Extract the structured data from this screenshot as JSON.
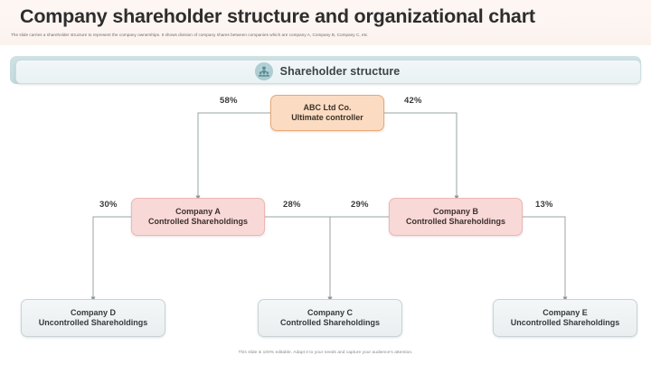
{
  "header": {
    "title": "Company shareholder structure and organizational chart",
    "subtitle": "The slide carries a shareholder structure to represent the company ownerships. It shows division of company shares between companies which are company A, Company B, Company C, etc."
  },
  "section": {
    "label": "Shareholder structure",
    "icon": "people-group-icon"
  },
  "nodes": {
    "top": {
      "line1": "ABC Ltd Co.",
      "line2": "Ultimate controller"
    },
    "company_a": {
      "line1": "Company A",
      "line2": "Controlled Shareholdings"
    },
    "company_b": {
      "line1": "Company B",
      "line2": "Controlled Shareholdings"
    },
    "company_c": {
      "line1": "Company C",
      "line2": "Controlled Shareholdings"
    },
    "company_d": {
      "line1": "Company D",
      "line2": "Uncontrolled Shareholdings"
    },
    "company_e": {
      "line1": "Company E",
      "line2": "Uncontrolled Shareholdings"
    }
  },
  "percentages": {
    "abc_to_a": "58%",
    "abc_to_b": "42%",
    "a_to_d": "30%",
    "a_to_c": "28%",
    "b_to_c": "29%",
    "b_to_e": "13%"
  },
  "footer": {
    "note": "This slide is 100% editable. Adapt it to your needs and capture your audience's attention."
  },
  "colors": {
    "band": "#fdf6f3",
    "section_bar": "#cfe2e4",
    "top_node_fill": "#fbdcc2",
    "top_node_border": "#e8a977",
    "mid_node_fill": "#f8d9d7",
    "mid_node_border": "#eeb6b4",
    "bottom_node_fill": "#f1f5f7",
    "bottom_node_border": "#c8d3d6",
    "connector": "#9aa3a6"
  },
  "chart_data": {
    "type": "diagram",
    "title": "Company shareholder structure and organizational chart",
    "subtype": "org-chart",
    "nodes": [
      {
        "id": "abc",
        "label": "ABC Ltd Co. Ultimate controller",
        "level": 0
      },
      {
        "id": "company_a",
        "label": "Company A Controlled Shareholdings",
        "level": 1
      },
      {
        "id": "company_b",
        "label": "Company B Controlled Shareholdings",
        "level": 1
      },
      {
        "id": "company_d",
        "label": "Company D Uncontrolled Shareholdings",
        "level": 2
      },
      {
        "id": "company_c",
        "label": "Company C Controlled Shareholdings",
        "level": 2
      },
      {
        "id": "company_e",
        "label": "Company E Uncontrolled Shareholdings",
        "level": 2
      }
    ],
    "edges": [
      {
        "from": "abc",
        "to": "company_a",
        "value": 58,
        "label": "58%"
      },
      {
        "from": "abc",
        "to": "company_b",
        "value": 42,
        "label": "42%"
      },
      {
        "from": "company_a",
        "to": "company_d",
        "value": 30,
        "label": "30%"
      },
      {
        "from": "company_a",
        "to": "company_c",
        "value": 28,
        "label": "28%"
      },
      {
        "from": "company_b",
        "to": "company_c",
        "value": 29,
        "label": "29%"
      },
      {
        "from": "company_b",
        "to": "company_e",
        "value": 13,
        "label": "13%"
      }
    ]
  }
}
